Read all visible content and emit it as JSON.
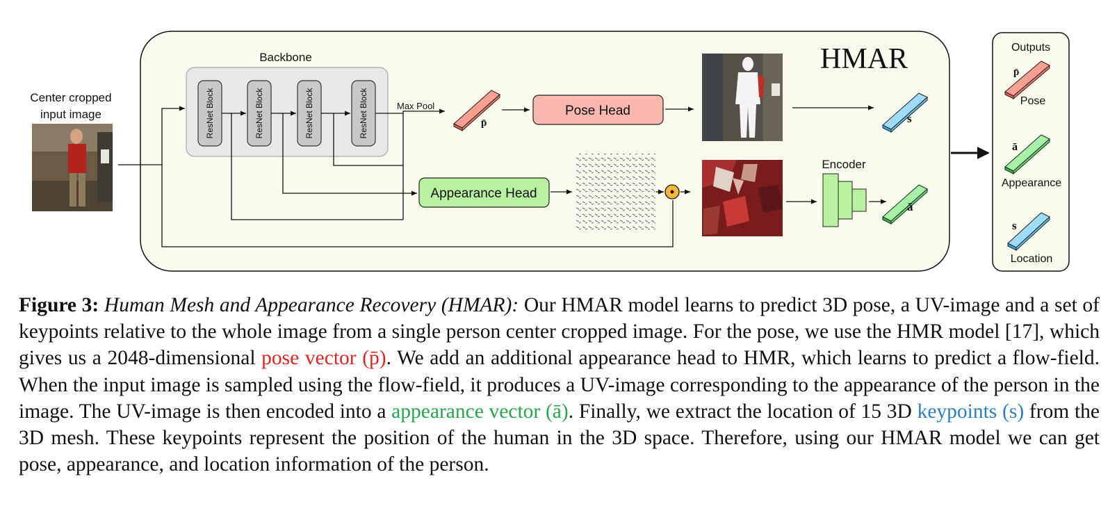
{
  "figure": {
    "input_label_line1": "Center cropped",
    "input_label_line2": "input image",
    "backbone_label": "Backbone",
    "resnet_blocks": [
      "ResNet Block",
      "ResNet Block",
      "ResNet Block",
      "ResNet Block"
    ],
    "maxpool_label": "Max Pool",
    "pose_head_label": "Pose Head",
    "appearance_head_label": "Appearance Head",
    "encoder_label": "Encoder",
    "hmar_title": "HMAR",
    "symbol_p": "p̄",
    "symbol_a": "ā",
    "symbol_s": "s",
    "outputs_title": "Outputs",
    "output_pose": "Pose",
    "output_appearance": "Appearance",
    "output_location": "Location",
    "colors": {
      "panel_fill": "#fafaee",
      "backbone_fill": "#eaeaea",
      "pose_head_fill": "#f8b8ad",
      "appearance_head_fill": "#b8f2a0",
      "pose_bar": "#f08070",
      "appearance_bar": "#60e070",
      "location_bar": "#60c4f0"
    }
  },
  "caption": {
    "label": "Figure 3:",
    "title": "Human Mesh and Appearance Recovery (HMAR):",
    "text1": "Our HMAR model learns to predict 3D pose, a UV-image and a set of keypoints relative to the whole image from a single person center cropped image. For the pose, we use the HMR model [17], which gives us a 2048-dimensional",
    "pose_vector": "pose vector (p̄)",
    "text2": ". We add an additional appearance head to HMR, which learns to predict a flow-field. When the input image is sampled using the flow-field, it produces a UV-image corresponding to the appearance of the person in the image. The UV-image is then encoded into a",
    "appearance_vector": "appearance vector (ā)",
    "text3": ". Finally, we extract the location of 15 3D",
    "keypoints": "keypoints (s)",
    "text4": "from the 3D mesh. These keypoints represent the position of the human in the 3D space. Therefore, using our HMAR model we can get pose, appearance, and location information of the person."
  }
}
